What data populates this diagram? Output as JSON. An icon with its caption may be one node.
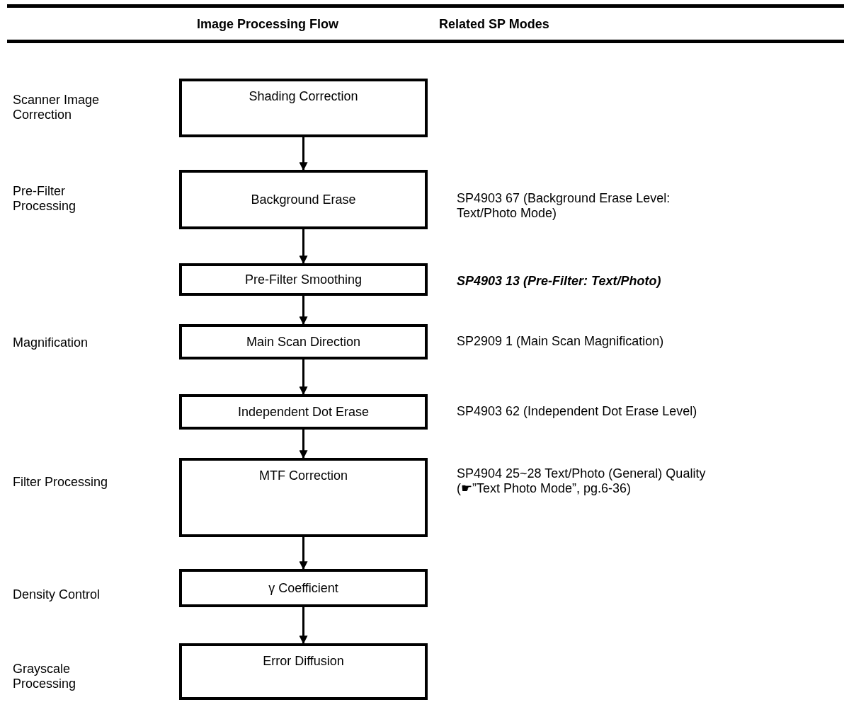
{
  "diagram": {
    "nodes": [
      {
        "text": [
          "Shading Correction"
        ]
      },
      {
        "text": [
          "Background Erase"
        ],
        "beside": [
          "SP4903 67 (Background Erase Level: Text/Photo Mode)"
        ]
      },
      {
        "text": [
          "Pre-Filter Smoothing"
        ],
        "beside": [
          "SP4903 13 (Pre-Filter: Text/Photo)"
        ]
      },
      {
        "text": [
          "Main Scan Direction"
        ],
        "beside": [
          "SP2909 1 (Main Scan Magnification)"
        ]
      },
      {
        "text": [
          "Independent Dot Erase"
        ],
        "beside": [
          "SP4903 62 (Independent Dot Erase Level)"
        ]
      },
      {
        "text": [
          "MTF Correction"
        ],
        "beside": [
          "SP4904 25~28 Text/Photo (General) Quality (☛”Text Photo Mode”, pg.6-36)"
        ]
      },
      {
        "text": [
          "γ Coefficient"
        ]
      },
      {
        "text": [
          "Error Diffusion"
        ]
      }
    ],
    "edges": [
      {
        "from": 0,
        "to": 1,
        "arrow": "to"
      },
      {
        "from": 1,
        "to": 2,
        "arrow": "to"
      },
      {
        "from": 2,
        "to": 3,
        "arrow": "to"
      },
      {
        "from": 3,
        "to": 4,
        "arrow": "to"
      },
      {
        "from": 4,
        "to": 5,
        "arrow": "to"
      },
      {
        "from": 5,
        "to": 6,
        "arrow": "to"
      },
      {
        "from": 6,
        "to": 7,
        "arrow": "to"
      }
    ],
    "labels": [
      "Image Processing Flow",
      "Related SP Modes",
      "Scanner Image Correction",
      "Pre-Filter Processing",
      "Magnification",
      "Filter Processing",
      "Density Control",
      "Grayscale Processing"
    ]
  }
}
